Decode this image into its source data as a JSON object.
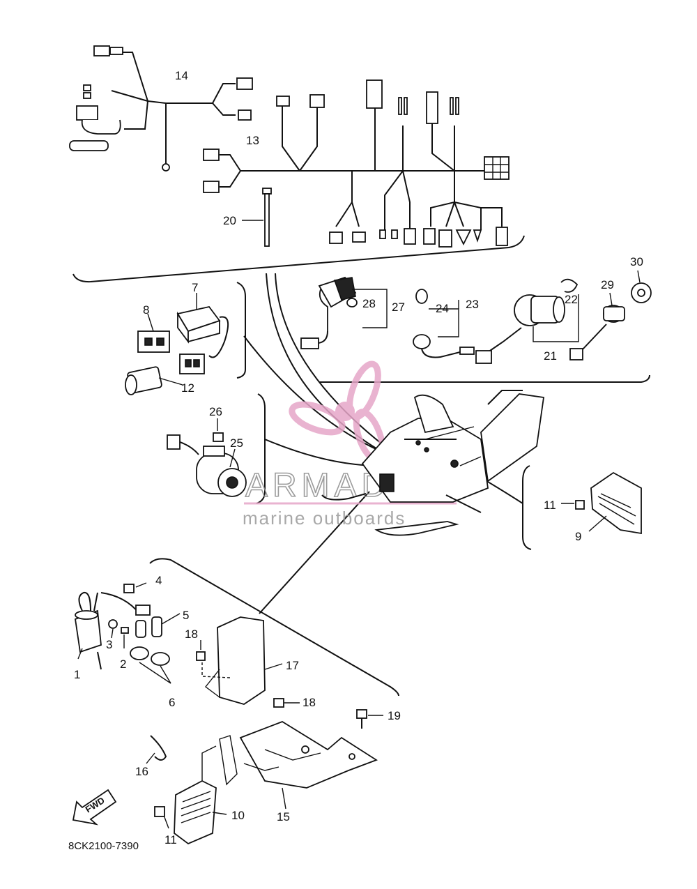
{
  "diagram_code": "8CK2100-7390",
  "fwd_label": "FWD",
  "watermark": {
    "brand": "ARMADA",
    "tagline": "marine outboards",
    "propeller_color": "#e6a6c8",
    "line_color": "#e6a6c8"
  },
  "callouts": {
    "c1": "1",
    "c2": "2",
    "c3": "3",
    "c4": "4",
    "c5": "5",
    "c6": "6",
    "c7": "7",
    "c8": "8",
    "c9": "9",
    "c10": "10",
    "c11a": "11",
    "c11b": "11",
    "c12": "12",
    "c13": "13",
    "c14": "14",
    "c15": "15",
    "c16": "16",
    "c17": "17",
    "c18a": "18",
    "c18b": "18",
    "c19": "19",
    "c20": "20",
    "c21": "21",
    "c22": "22",
    "c23": "23",
    "c24": "24",
    "c25": "25",
    "c26": "26",
    "c27": "27",
    "c28": "28",
    "c29": "29",
    "c30": "30"
  }
}
